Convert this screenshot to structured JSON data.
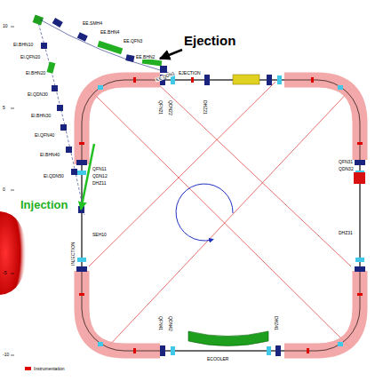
{
  "diagram": {
    "labels": [
      "Ejection",
      "Injection",
      "10",
      "5",
      "0",
      "-5",
      "-10",
      "EI.BHN10",
      "EI.QFN20",
      "EI.BHN20",
      "EI.QDN30",
      "EI.BHN30",
      "EI.QFN40",
      "EI.BHN40",
      "EI.QDN50",
      "EE.SMH4",
      "EE.BHN4",
      "EE.QFN3",
      "EE.BHN2",
      "EE.QDN1",
      "QFN11",
      "QDN12",
      "DHZ11",
      "SEH10",
      "QFN21",
      "QDN22",
      "DHZ21",
      "QFN31",
      "QDN32",
      "DHZ31",
      "QFN41",
      "QDN42",
      "DHZ41",
      "INJECTION",
      "EJECTION",
      "ECOOLER"
    ],
    "legend": [
      {
        "text": "Instrumentation",
        "color": "#e00000"
      }
    ]
  }
}
